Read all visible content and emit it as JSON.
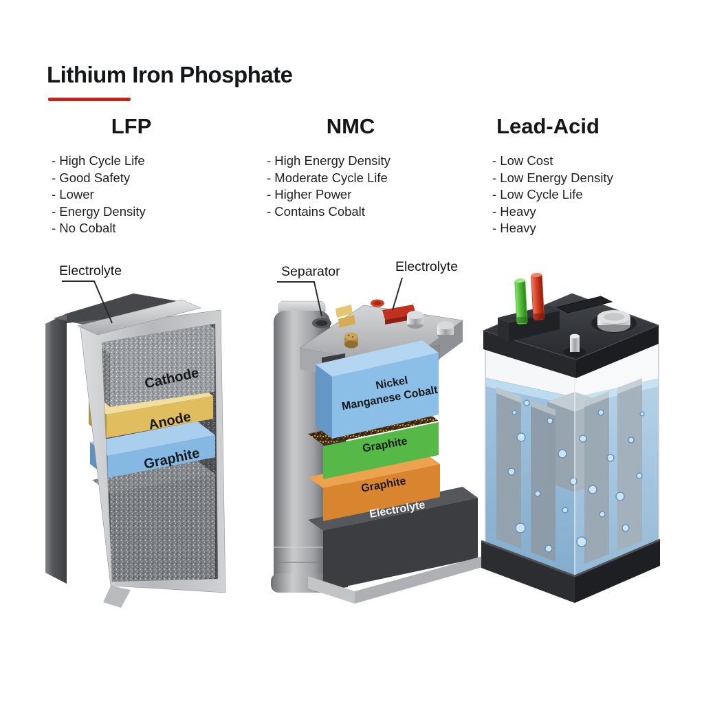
{
  "title": {
    "text": "Lithium Iron Phosphate"
  },
  "accent": {
    "underline_color": "#c1261e"
  },
  "columns": [
    {
      "id": "lfp",
      "header": "LFP",
      "points": [
        "- High Cycle Life",
        "- Good Safety",
        "- Lower",
        "- Energy Density",
        "- No Cobalt"
      ]
    },
    {
      "id": "nmc",
      "header": "NMC",
      "points": [
        "- High Energy Density",
        "- Moderate Cycle Life",
        "- Higher Power",
        "- Contains Cobalt"
      ]
    },
    {
      "id": "lead_acid",
      "header": "Lead-Acid",
      "points": [
        "- Low Cost",
        "- Low Energy Density",
        "- Low Cycle Life",
        "- Heavy",
        "- Heavy"
      ]
    }
  ],
  "lfp_diagram": {
    "callout_electrolyte": "Electrolyte",
    "label_cathode": "Cathode",
    "label_anode": "Anode",
    "label_graphite": "Graphite"
  },
  "nmc_diagram": {
    "callout_separator": "Separator",
    "callout_electrolyte": "Electrolyte",
    "label_cathode_line1": "Nickel",
    "label_cathode_line2": "Manganese Cobalt",
    "label_graphite_green": "Graphite",
    "label_graphite_orange": "Graphite",
    "label_electrolyte": "Electrolyte"
  },
  "colors": {
    "lfp_anode_gold": "#e0bd5e",
    "lfp_graphite_blue": "#85b9e4",
    "nmc_cathode_blue": "#8cbfe8",
    "nmc_graphite_green": "#56b847",
    "nmc_graphite_orange": "#d9852f",
    "nmc_electrolyte_dark": "#3b3d41",
    "lead_terminal_positive_red": "#d23b24",
    "lead_terminal_negative_green": "#54c23c",
    "lead_electrolyte_blue": "#8fb7d7"
  }
}
